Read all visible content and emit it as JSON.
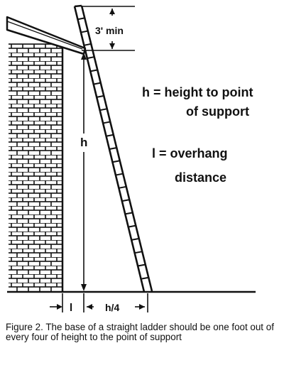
{
  "figure": {
    "labels": {
      "clearance": "3' min",
      "height_symbol": "h",
      "overhang_symbol": "l",
      "base_offset": "h/4",
      "legend_h_line1": "h = height to point",
      "legend_h_line2": "of support",
      "legend_l_line1": "l = overhang",
      "legend_l_line2": "distance"
    },
    "caption": "Figure 2. The base of a straight ladder should be one foot out of every four of height to the point of support"
  }
}
